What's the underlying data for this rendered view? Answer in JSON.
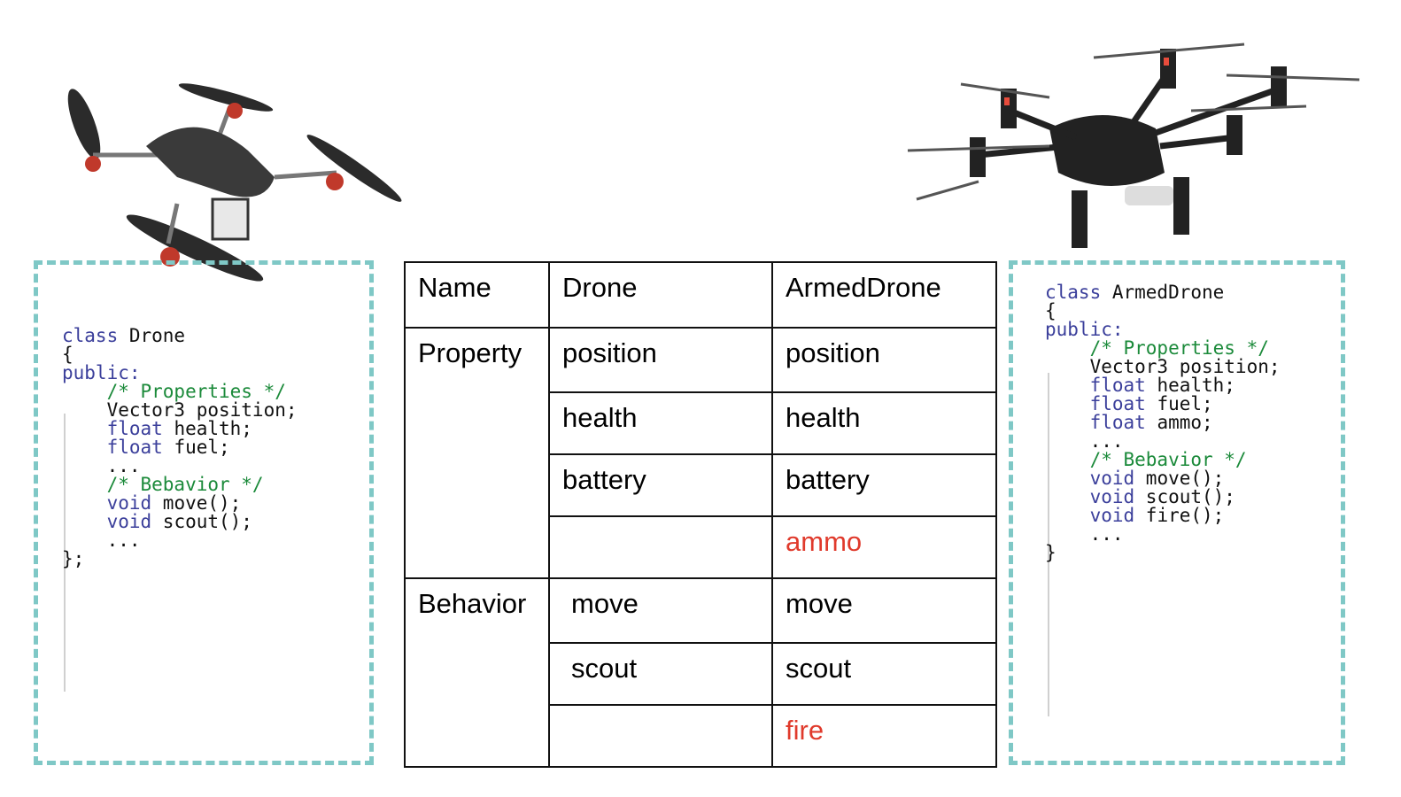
{
  "images": {
    "left": "quadcopter-drone-image",
    "right": "armed-hexacopter-drone-image"
  },
  "left_code": {
    "lines": [
      {
        "kw": "class",
        "text": " Drone"
      },
      {
        "kw": "",
        "text": "{"
      },
      {
        "kw": "public:",
        "text": ""
      },
      {
        "cm": "    /* Properties */"
      },
      {
        "kw": "",
        "text": "    Vector3 position;"
      },
      {
        "kw": "    float",
        "text": " health;"
      },
      {
        "kw": "    float",
        "text": " fuel;"
      },
      {
        "kw": "",
        "text": "    ..."
      },
      {
        "cm": "    /* Bebavior */"
      },
      {
        "kw": "    void",
        "text": " move();"
      },
      {
        "kw": "    void",
        "text": " scout();"
      },
      {
        "kw": "",
        "text": "    ..."
      },
      {
        "kw": "",
        "text": "};"
      }
    ]
  },
  "right_code": {
    "lines": [
      {
        "kw": "class",
        "text": " ArmedDrone"
      },
      {
        "kw": "",
        "text": "{"
      },
      {
        "kw": "public:",
        "text": ""
      },
      {
        "cm": "    /* Properties */"
      },
      {
        "kw": "",
        "text": "    Vector3 position;"
      },
      {
        "kw": "    float",
        "text": " health;"
      },
      {
        "kw": "    float",
        "text": " fuel;"
      },
      {
        "kw": "    float",
        "text": " ammo;"
      },
      {
        "kw": "",
        "text": "    ..."
      },
      {
        "cm": "    /* Bebavior */"
      },
      {
        "kw": "    void",
        "text": " move();"
      },
      {
        "kw": "    void",
        "text": " scout();"
      },
      {
        "kw": "    void",
        "text": " fire();"
      },
      {
        "kw": "",
        "text": "    ..."
      },
      {
        "kw": "",
        "text": "}"
      }
    ]
  },
  "table": {
    "headers": [
      "Name",
      "Drone",
      "ArmedDrone"
    ],
    "property_label": "Property",
    "property_rows": [
      {
        "drone": "position",
        "armed": "position",
        "new": false
      },
      {
        "drone": "health",
        "armed": "health",
        "new": false
      },
      {
        "drone": "battery",
        "armed": "battery",
        "new": false
      },
      {
        "drone": "",
        "armed": "ammo",
        "new": true
      }
    ],
    "behavior_label": "Behavior",
    "behavior_rows": [
      {
        "drone": "move",
        "armed": "move",
        "new": false
      },
      {
        "drone": "scout",
        "armed": "scout",
        "new": false
      },
      {
        "drone": "",
        "armed": "fire",
        "new": true
      }
    ]
  },
  "colors": {
    "dash_border": "#7fc8c6",
    "keyword": "#3b3f9b",
    "comment": "#1b8a3a",
    "highlight_new": "#e03a2c"
  }
}
